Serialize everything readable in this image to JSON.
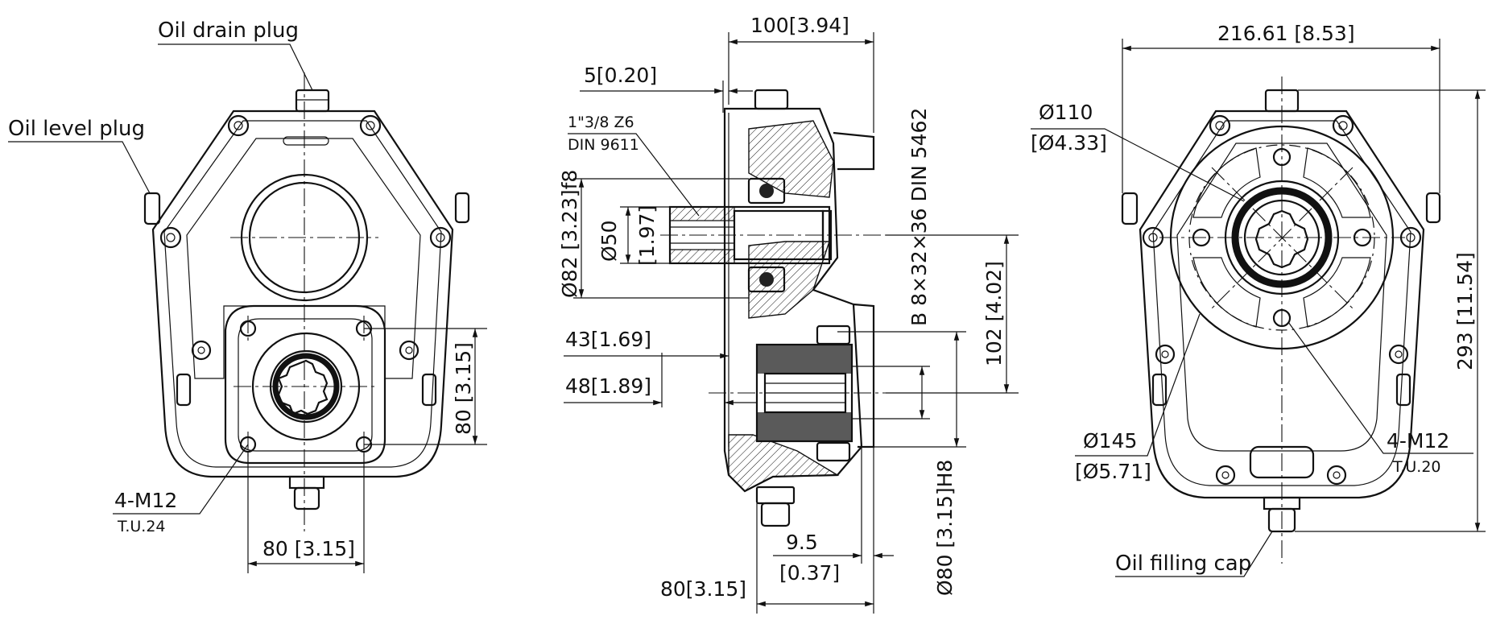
{
  "left_view": {
    "oil_drain_plug": "Oil drain plug",
    "oil_level_plug": "Oil level plug",
    "dim_width": "80 [3.15]",
    "dim_height": "80 [3.15]",
    "bolts": "4-M12",
    "bolts_tu": "T.U.24"
  },
  "mid_view": {
    "dim_top": "100[3.94]",
    "dim_5": "5[0.20]",
    "shaft_spec_1": "1\"3/8 Z6",
    "shaft_spec_2": "DIN 9611",
    "dim_d82": "Ø82 [3.23]f8",
    "dim_d50": "Ø50",
    "dim_d50_in": "[1.97]",
    "dim_43": "43[1.69]",
    "dim_48": "48[1.89]",
    "spline": "B 8×32×36 DIN 5462",
    "dim_102": "102 [4.02]",
    "dim_d80": "Ø80 [3.15]H8",
    "dim_95": "9.5",
    "dim_95_in": "[0.37]",
    "dim_80": "80[3.15]"
  },
  "right_view": {
    "dim_width": "216.61 [8.53]",
    "dim_d110": "Ø110",
    "dim_d110_in": "[Ø4.33]",
    "dim_height": "293 [11.54]",
    "dim_d145": "Ø145",
    "dim_d145_in": "[Ø5.71]",
    "bolts": "4-M12",
    "bolts_tu": "T.U.20",
    "oil_filling_cap": "Oil filling cap"
  }
}
